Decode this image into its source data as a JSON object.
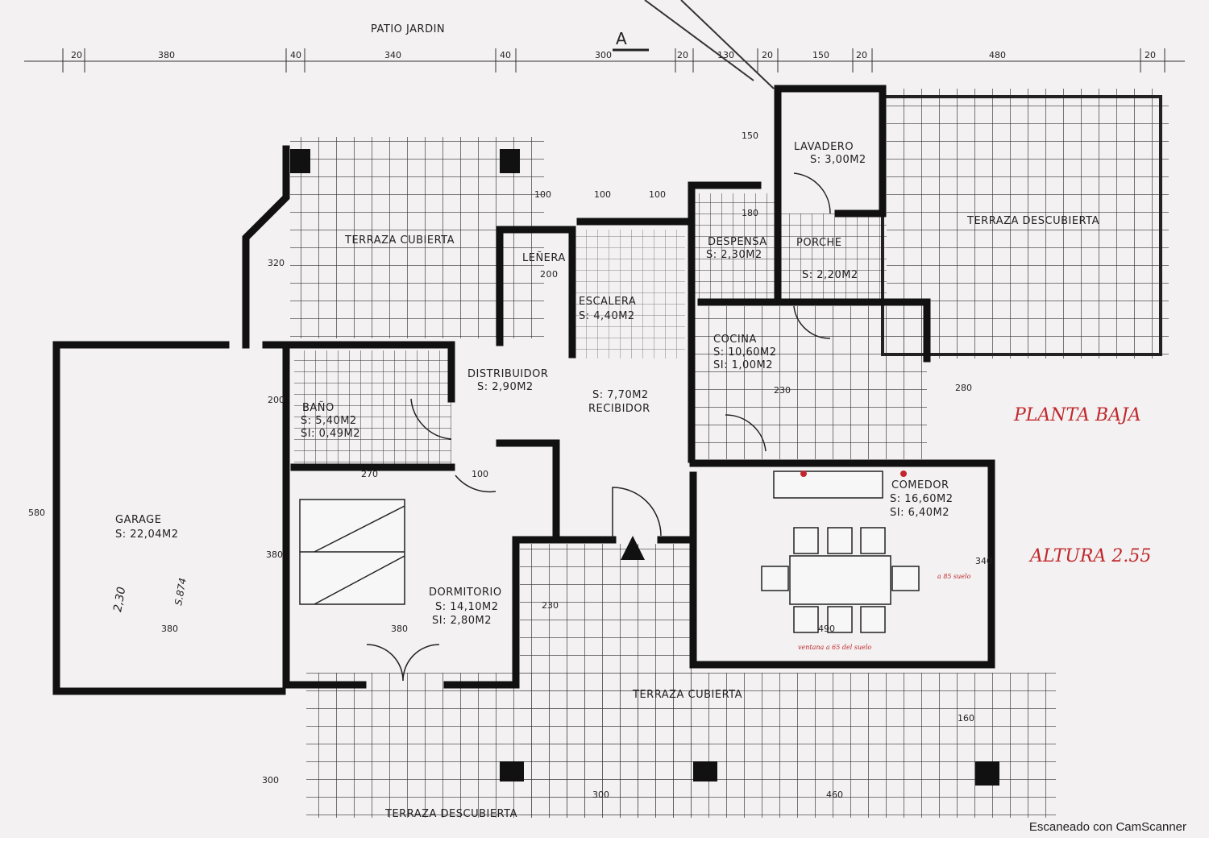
{
  "plan": {
    "top_label": "PATIO JARDIN",
    "section_mark": "A",
    "top_dimensions": [
      "20",
      "380",
      "40",
      "340",
      "40",
      "300",
      "20",
      "130",
      "20",
      "150",
      "20",
      "480",
      "20"
    ],
    "rooms": {
      "terraza_cubierta_top": {
        "name": "TERRAZA CUBIERTA"
      },
      "lenera": {
        "name": "LEÑERA",
        "dim": "200"
      },
      "escalera": {
        "name": "ESCALERA",
        "area": "S: 4,40M2"
      },
      "despensa": {
        "name": "DESPENSA",
        "area": "S: 2,30M2"
      },
      "lavadero": {
        "name": "LAVADERO",
        "area": "S: 3,00M2"
      },
      "porche": {
        "name": "PORCHE",
        "area": "S: 2,20M2"
      },
      "terraza_descubierta_right": {
        "name": "TERRAZA DESCUBIERTA"
      },
      "distribuidor": {
        "name": "DISTRIBUIDOR",
        "area": "S: 2,90M2"
      },
      "recibidor": {
        "name": "RECIBIDOR",
        "area": "S: 7,70M2"
      },
      "bano": {
        "name": "BAÑO",
        "area": "S: 5,40M2",
        "area2": "SI: 0,49M2"
      },
      "cocina": {
        "name": "COCINA",
        "area": "S: 10,60M2",
        "area2": "SI: 1,00M2"
      },
      "garage": {
        "name": "GARAGE",
        "area": "S: 22,04M2"
      },
      "dormitorio": {
        "name": "DORMITORIO",
        "area": "S: 14,10M2",
        "area2": "SI: 2,80M2"
      },
      "comedor": {
        "name": "COMEDOR",
        "area": "S: 16,60M2",
        "area2": "SI: 6,40M2"
      },
      "terraza_cubierta_bottom": {
        "name": "TERRAZA CUBIERTA"
      },
      "terraza_descubierta_bottom": {
        "name": "TERRAZA DESCUBIERTA"
      }
    },
    "inner_dimensions": {
      "d320": "320",
      "d200": "200",
      "d580": "580",
      "d380a": "380",
      "d270": "270",
      "d100": "100",
      "d380b": "380",
      "d380c": "380",
      "d230": "230",
      "d490": "490",
      "d340": "340",
      "d280": "280",
      "d160": "160",
      "d300a": "300",
      "d300b": "300",
      "d460": "460",
      "d100a": "100",
      "d100b": "100",
      "d100c": "100",
      "d150": "150",
      "d180": "180",
      "d230b": "230"
    },
    "handwritten": {
      "planta": "PLANTA BAJA",
      "altura": "ALTURA 2.55",
      "ventana": "ventana a 65 del suelo",
      "ventana_side": "a 85 suelo",
      "garage_note": "2,30",
      "garage_note2": "S.874"
    },
    "colors": {
      "wall": "#111111",
      "paper": "#f3f1f1",
      "ink_red": "#c0282d"
    }
  },
  "footer": {
    "watermark": "Escaneado con CamScanner"
  }
}
